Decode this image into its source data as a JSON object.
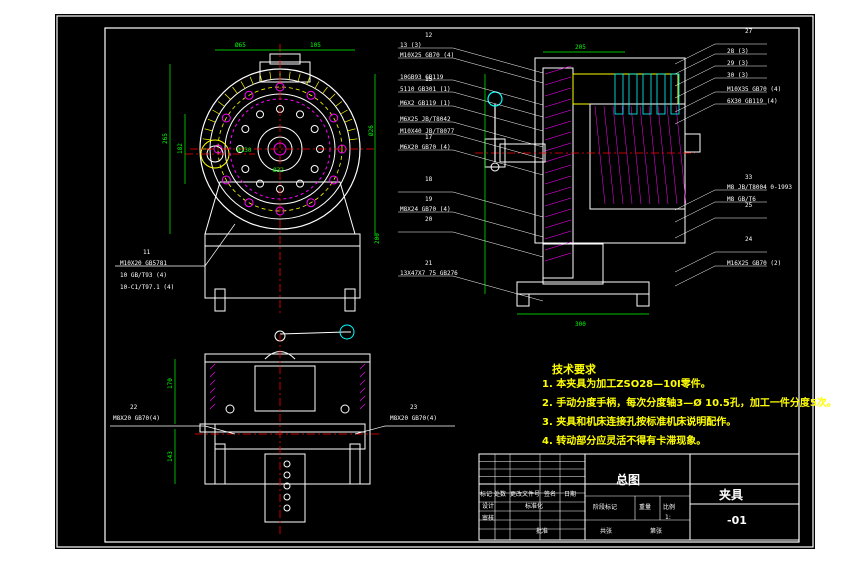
{
  "colors": {
    "background": "#000000",
    "frame": "#ffffff",
    "outline": "#ffffff",
    "centerline": "#ff0000",
    "dimension": "#00ff00",
    "hatch": "#ff00ff",
    "hidden": "#ffff00",
    "part": "#00ffff",
    "notes": "#ffff00"
  },
  "technical_requirements": {
    "title": "技术要求",
    "items": [
      "1. 本夹具为加工ZSO28—10I零件。",
      "2. 手动分度手柄，每次分度轴3—Ø 10.5孔，加工一件分度5次。",
      "3. 夹具和机床连接孔按标准机床说明配作。",
      "4. 转动部分应灵活不得有卡滞现象。"
    ]
  },
  "title_block": {
    "drawing_title": "总图",
    "name": "夹具",
    "number": "-01",
    "header_row": [
      "标记",
      "处数",
      "更改文件号",
      "签名",
      "日期"
    ],
    "design_row": [
      "设计",
      "",
      "标准化",
      "",
      "日期"
    ],
    "stage_row": [
      "阶段标记",
      "重量",
      "比例"
    ],
    "scale": "1:",
    "sheet_row": [
      "共张",
      "第张"
    ],
    "approval_row": [
      "审核",
      "",
      "工艺",
      "",
      "批准"
    ]
  },
  "left_callouts": [
    {
      "id": "11",
      "text": "M10X20 GB5781"
    },
    {
      "id": "",
      "text": "10 GB/T93 (4)"
    },
    {
      "id": "",
      "text": "10-C1/T97.1 (4)"
    }
  ],
  "right_callouts_left": [
    {
      "id": "12",
      "text": "13 (3)"
    },
    {
      "id": "",
      "text": "M10X25 GB70 (4)"
    },
    {
      "id": "",
      "text": "10GB93 GB119"
    },
    {
      "id": "15",
      "text": "5110 GB301 (1)"
    },
    {
      "id": "",
      "text": "M6X2 GB119 (1)"
    },
    {
      "id": "",
      "text": "M6X25 JB/T8042"
    },
    {
      "id": "",
      "text": "M10X40 JB/T8077"
    },
    {
      "id": "17",
      "text": "M6X20 GB70 (4)"
    },
    {
      "id": "18",
      "text": ""
    },
    {
      "id": "19",
      "text": "M8X24 GB70 (4)"
    },
    {
      "id": "20",
      "text": ""
    },
    {
      "id": "21",
      "text": "13X47X7 75 GB276"
    }
  ],
  "right_callouts_right": [
    {
      "id": "27",
      "text": ""
    },
    {
      "id": "",
      "text": "28 (3)"
    },
    {
      "id": "",
      "text": "29 (3)"
    },
    {
      "id": "",
      "text": "30 (3)"
    },
    {
      "id": "",
      "text": "M10X35 GB70 (4)"
    },
    {
      "id": "",
      "text": "6X30 GB119 (4)"
    },
    {
      "id": "33",
      "text": "M8 JB/T8004 0-1993"
    },
    {
      "id": "",
      "text": "M8 GB/T6"
    },
    {
      "id": "25",
      "text": ""
    },
    {
      "id": "24",
      "text": ""
    },
    {
      "id": "",
      "text": "M16X25 GB70 (2)"
    }
  ],
  "bottom_callouts": {
    "left": {
      "id": "22",
      "text": "M8X20 GB70(4)"
    },
    "right": {
      "id": "23",
      "text": "M8X20 GB70(4)"
    }
  },
  "dimensions": {
    "front_top_left": "Ø65",
    "front_top_right": "105",
    "front_height_left": "265",
    "front_height_inner": "182",
    "front_right_upper": "Ø26",
    "front_bore": "Ø130",
    "front_height_right": "200",
    "front_center": "Ø32",
    "side_top": "205",
    "side_bottom": "300",
    "plan_left_upper": "170",
    "plan_left_lower": "143"
  }
}
